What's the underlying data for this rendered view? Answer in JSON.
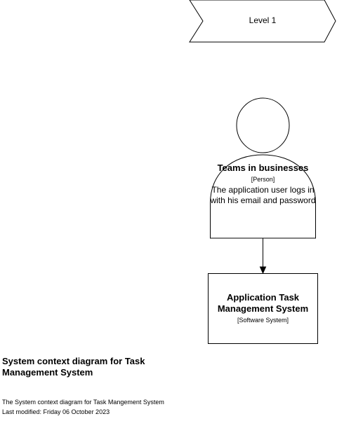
{
  "level_banner": {
    "label": "Level 1"
  },
  "person": {
    "title": "Teams in businesses",
    "type": "[Person]",
    "description": "The application user logs in with his email and password"
  },
  "software_system": {
    "title": "Application Task Management System",
    "type": "[Software System]"
  },
  "caption": {
    "title": "System context diagram for Task Management System",
    "description": "The System context diagram for Task Mangement System",
    "last_modified": "Last modified: Friday 06 October 2023"
  },
  "colors": {
    "stroke": "#000000",
    "fill": "#ffffff",
    "text": "#000000"
  }
}
